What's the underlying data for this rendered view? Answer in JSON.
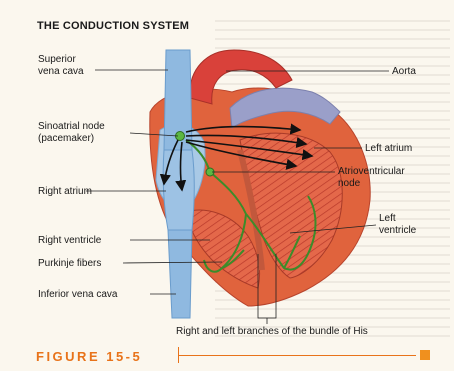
{
  "title": "THE CONDUCTION SYSTEM",
  "labels": {
    "svc": "Superior\nvena cava",
    "aorta": "Aorta",
    "sa": "Sinoatrial node\n(pacemaker)",
    "la": "Left atrium",
    "ra": "Right atrium",
    "av": "Atrioventricular\nnode",
    "lv": "Left\nventricle",
    "rv": "Right ventricle",
    "purkinje": "Purkinje fibers",
    "ivc": "Inferior vena cava",
    "bundle": "Right and left branches of the bundle of His"
  },
  "figure_label": "FIGURE 15-5",
  "colors": {
    "accent": "#e8731a",
    "vein": "#8fb9e0",
    "muscle": "#e0633d",
    "conduction": "#3c8c2a",
    "aorta": "#d9413a",
    "pulmonary": "#9a9fc9"
  }
}
